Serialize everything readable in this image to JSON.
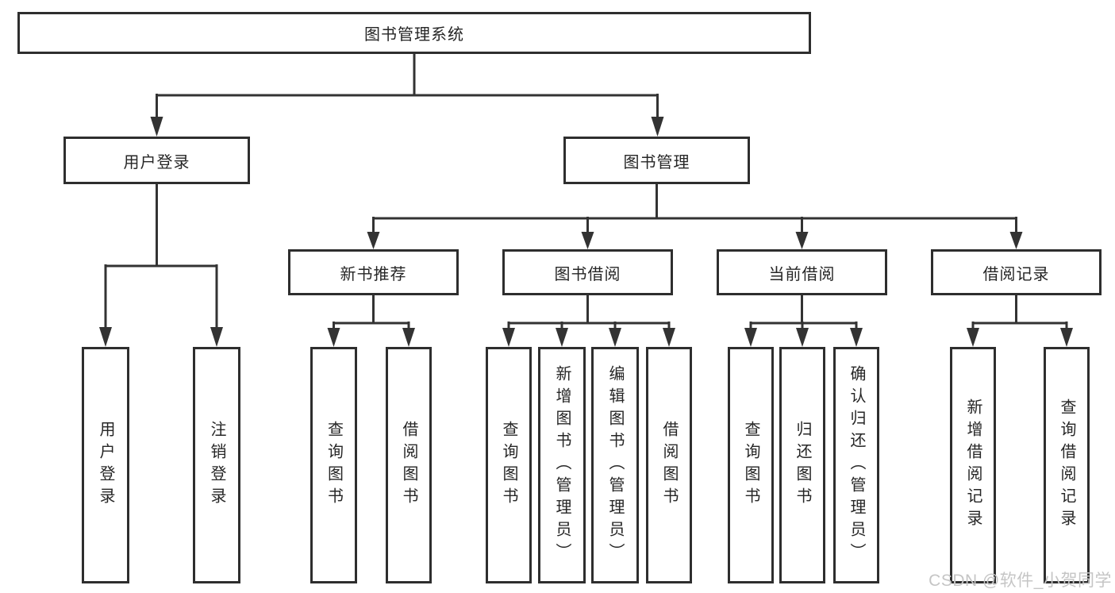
{
  "diagram": {
    "root": {
      "label": "图书管理系统"
    },
    "level2": [
      {
        "label": "用户登录"
      },
      {
        "label": "图书管理"
      }
    ],
    "level3": [
      {
        "label": "新书推荐"
      },
      {
        "label": "图书借阅"
      },
      {
        "label": "当前借阅"
      },
      {
        "label": "借阅记录"
      }
    ],
    "leaves": {
      "user_login": [
        {
          "label": "用户登录"
        },
        {
          "label": "注销登录"
        }
      ],
      "new_book_recommend": [
        {
          "label": "查询图书"
        },
        {
          "label": "借阅图书"
        }
      ],
      "book_borrow": [
        {
          "label": "查询图书"
        },
        {
          "label": "新增图书（管理员）"
        },
        {
          "label": "编辑图书（管理员）"
        },
        {
          "label": "借阅图书"
        }
      ],
      "current_borrow": [
        {
          "label": "查询图书"
        },
        {
          "label": "归还图书"
        },
        {
          "label": "确认归还（管理员）"
        }
      ],
      "borrow_records": [
        {
          "label": "新增借阅记录"
        },
        {
          "label": "查询借阅记录"
        }
      ]
    },
    "watermark": "CSDN @软件_小贺同学",
    "colors": {
      "line": "#333333",
      "border": "#2e2e2e",
      "text": "#262626",
      "watermark": "#c5c5c5",
      "background": "#ffffff"
    }
  }
}
